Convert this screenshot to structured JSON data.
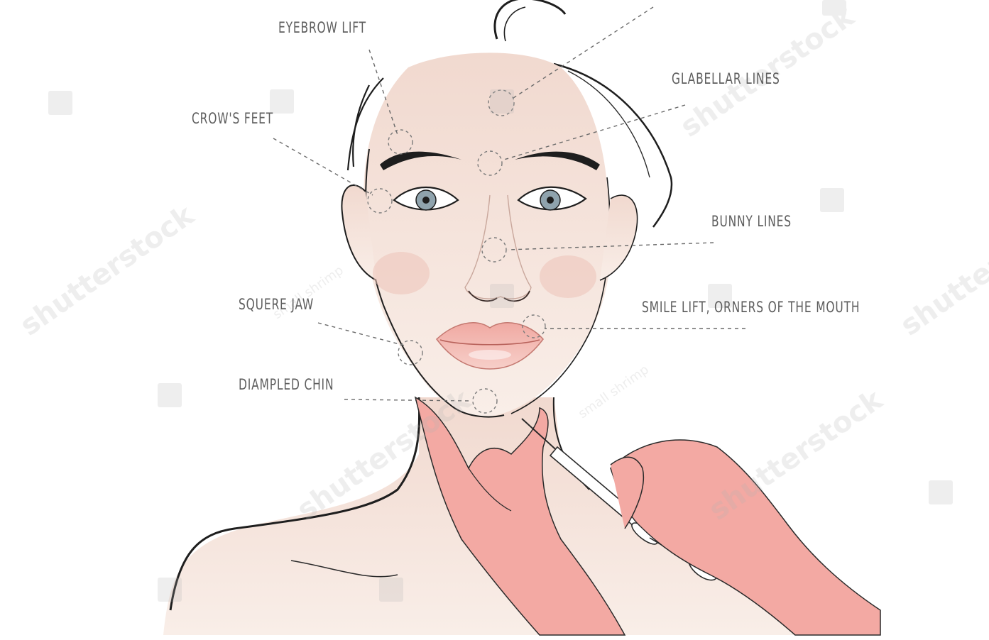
{
  "labels": {
    "eyebrow_lift": "EYEBROW LIFT",
    "crows_feet": "CROW'S FEET",
    "glabellar_lines": "GLABELLAR LINES",
    "bunny_lines": "BUNNY LINES",
    "square_jaw": "SQUERE JAW",
    "smile_lift": "SMILE LIFT, ORNERS OF THE MOUTH",
    "dimpled_chin": "DIAMPLED CHIN"
  },
  "watermark": {
    "text": "shutterstock",
    "secondary_text": "small shrimp"
  },
  "colors": {
    "skin": "#f1d9cf",
    "skin_light": "#f8ebe4",
    "glove": "#f3a9a3",
    "lips": "#f2b6b0",
    "outline": "#2a2a2a",
    "label_text": "#5e5e5e",
    "dashed_line": "#6a6a6a"
  }
}
